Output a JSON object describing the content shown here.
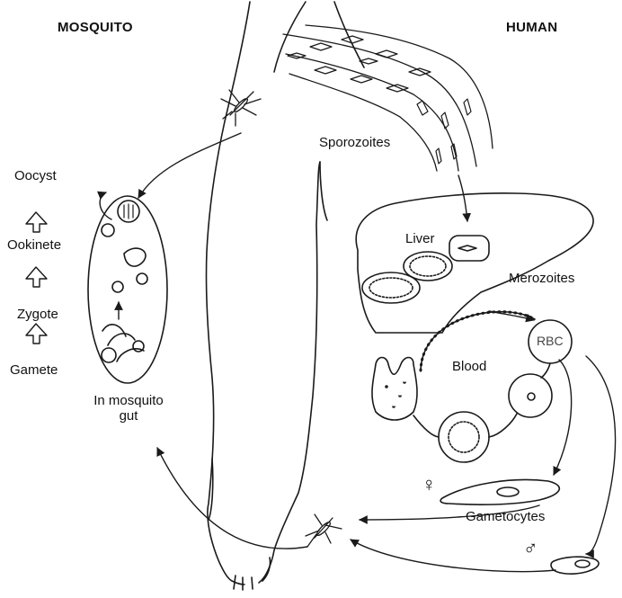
{
  "headers": {
    "mosquito": "MOSQUITO",
    "human": "HUMAN"
  },
  "labels": {
    "sporozoites": "Sporozoites",
    "liver": "Liver",
    "merozoites": "Merozoites",
    "rbc": "RBC",
    "blood": "Blood",
    "gametocytes": "Gametocytes",
    "oocyst": "Oocyst",
    "ookinete": "Ookinete",
    "zygote": "Zygote",
    "gamete": "Gamete",
    "in_mosquito_gut_line1": "In mosquito",
    "in_mosquito_gut_line2": "gut"
  },
  "symbols": {
    "female": "♀",
    "male": "♂"
  },
  "colors": {
    "line": "#1a1a1a",
    "background": "#ffffff"
  }
}
